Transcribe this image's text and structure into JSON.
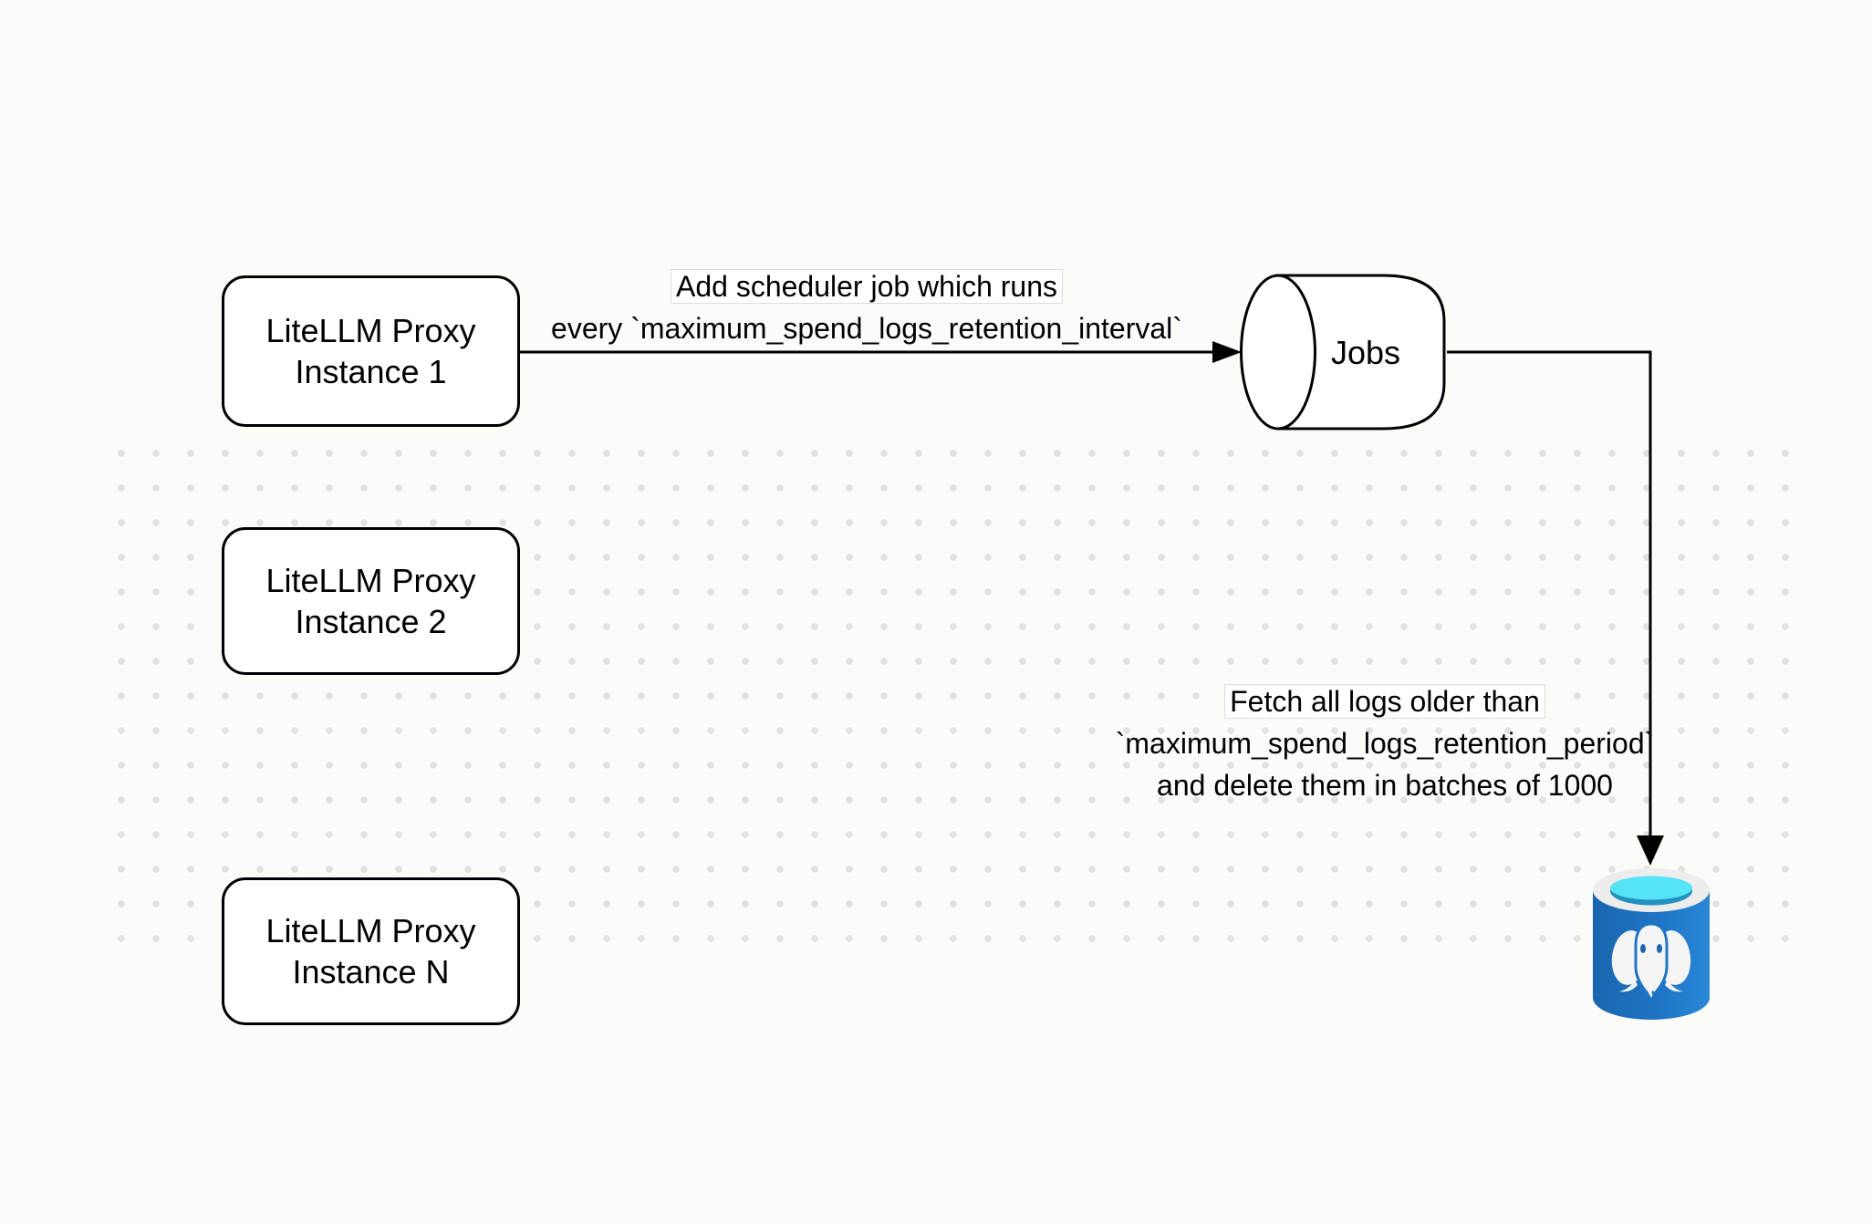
{
  "diagram": {
    "title": "LiteLLM spend logs retention scheduler diagram",
    "background_color": "#fbfbf8",
    "dot_color": "#e2e1df",
    "stroke_color": "#000000"
  },
  "nodes": {
    "proxy_instance_1": {
      "line1": "LiteLLM Proxy",
      "line2": "Instance 1"
    },
    "proxy_instance_2": {
      "line1": "LiteLLM Proxy",
      "line2": "Instance 2"
    },
    "proxy_instance_n": {
      "line1": "LiteLLM Proxy",
      "line2": "Instance N"
    },
    "jobs_queue": {
      "label": "Jobs",
      "shape": "horizontal-cylinder"
    },
    "postgres_db": {
      "icon": "postgresql-database-icon",
      "colors": {
        "body_left": "#1a66ae",
        "body_right": "#2987d8",
        "top_ring": "#ededed",
        "water_light": "#55e3f7",
        "water_dark": "#2391bd",
        "elephant": "#f4f4f4"
      }
    }
  },
  "edges": {
    "proxy_to_jobs": {
      "label_line1": "Add scheduler job which runs",
      "label_line2": "every `maximum_spend_logs_retention_interval`"
    },
    "jobs_to_postgres": {
      "label_line1": "Fetch all logs older than",
      "label_line2": "`maximum_spend_logs_retention_period`",
      "label_line3": "and delete them in batches of 1000"
    }
  }
}
